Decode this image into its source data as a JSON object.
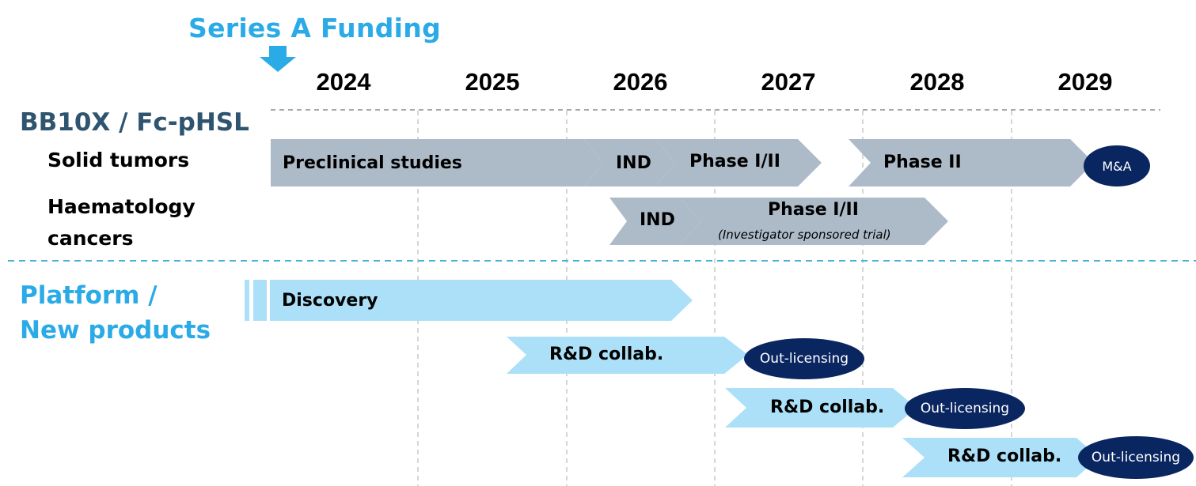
{
  "funding": {
    "label": "Series A Funding"
  },
  "years": [
    "2024",
    "2025",
    "2026",
    "2027",
    "2028",
    "2029"
  ],
  "sections": {
    "bb10x": {
      "title": "BB10X / Fc-pHSL",
      "solid": "Solid tumors",
      "haem_line1": "Haematology",
      "haem_line2": "cancers"
    },
    "platform": {
      "title_line1": "Platform /",
      "title_line2": "New products"
    }
  },
  "bars": {
    "preclinical": "Preclinical studies",
    "ind_solid": "IND",
    "phase12_solid": "Phase I/II",
    "phase2_solid": "Phase II",
    "ma": "M&A",
    "ind_haem": "IND",
    "phase12_haem": "Phase I/II",
    "phase12_haem_note": "(Investigator sponsored trial)",
    "discovery": "Discovery",
    "rd1": "R&D collab.",
    "ol1": "Out-licensing",
    "rd2": "R&D collab.",
    "ol2": "Out-licensing",
    "rd3": "R&D collab.",
    "ol3": "Out-licensing"
  },
  "colors": {
    "grey_bar": "#adbbc8",
    "light_blue_bar": "#abe0f8",
    "navy_oval": "#0a2660",
    "section_dark": "#2f5470",
    "section_blue": "#2aaae6",
    "divider": "#4bb4d4",
    "gridline": "#c8c8c8"
  }
}
